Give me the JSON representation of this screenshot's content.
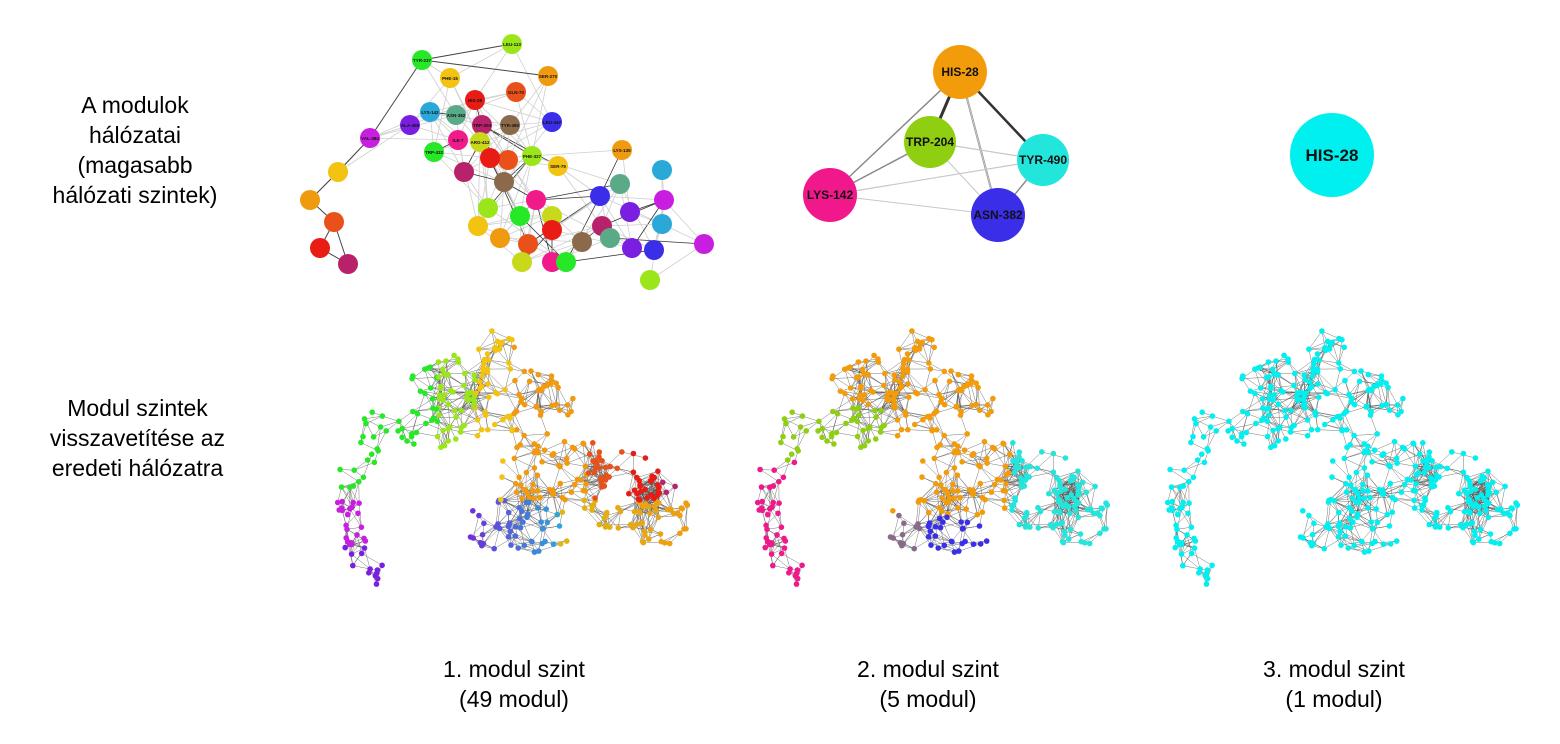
{
  "rows": {
    "top_label": [
      "A modulok",
      "hálózatai",
      "(magasabb",
      "hálózati szintek)"
    ],
    "bottom_label": [
      "Modul szintek",
      "visszavetítése az",
      "eredeti hálózatra"
    ]
  },
  "levels": [
    {
      "title": "1. modul szint",
      "subtitle": "(49 modul)"
    },
    {
      "title": "2. modul szint",
      "subtitle": "(5 modul)"
    },
    {
      "title": "3. modul szint",
      "subtitle": "(1 modul)"
    }
  ],
  "level1_module_network": {
    "node_count": 49,
    "visible_labels": [
      "TYR-237",
      "LEU-113",
      "PHE-15",
      "SER-270",
      "GLN-70",
      "HIS-28",
      "TRP-204",
      "TYR-490",
      "ASN-382",
      "LYS-142",
      "LEU-447",
      "ALA-455",
      "VAL-384",
      "ILE-7",
      "ARG-412",
      "TRP-432",
      "PHE-327",
      "SER-79",
      "LYS-135"
    ]
  },
  "level2_module_network": {
    "nodes": [
      {
        "label": "HIS-28",
        "color": "#f39c0b"
      },
      {
        "label": "TRP-204",
        "color": "#8fce10"
      },
      {
        "label": "TYR-490",
        "color": "#22e6dc"
      },
      {
        "label": "LYS-142",
        "color": "#f0188a"
      },
      {
        "label": "ASN-382",
        "color": "#3a2ee8"
      }
    ]
  },
  "level3_module_network": {
    "nodes": [
      {
        "label": "HIS-28",
        "color": "#00f0f0"
      }
    ]
  },
  "colors": {
    "level1_palette": [
      "#26e826",
      "#9be61a",
      "#f2c310",
      "#f09a10",
      "#e8521a",
      "#e81c14",
      "#b8226a",
      "#8a6a4a",
      "#5aaa88",
      "#2aa8d8",
      "#3a2ee8",
      "#7a1ee0",
      "#c81ee0",
      "#f01a8a",
      "#c8d81a"
    ],
    "level2": [
      "#f39c0b",
      "#8fce10",
      "#22e6dc",
      "#f0188a",
      "#3a2ee8"
    ],
    "level3": "#00f0f0"
  }
}
